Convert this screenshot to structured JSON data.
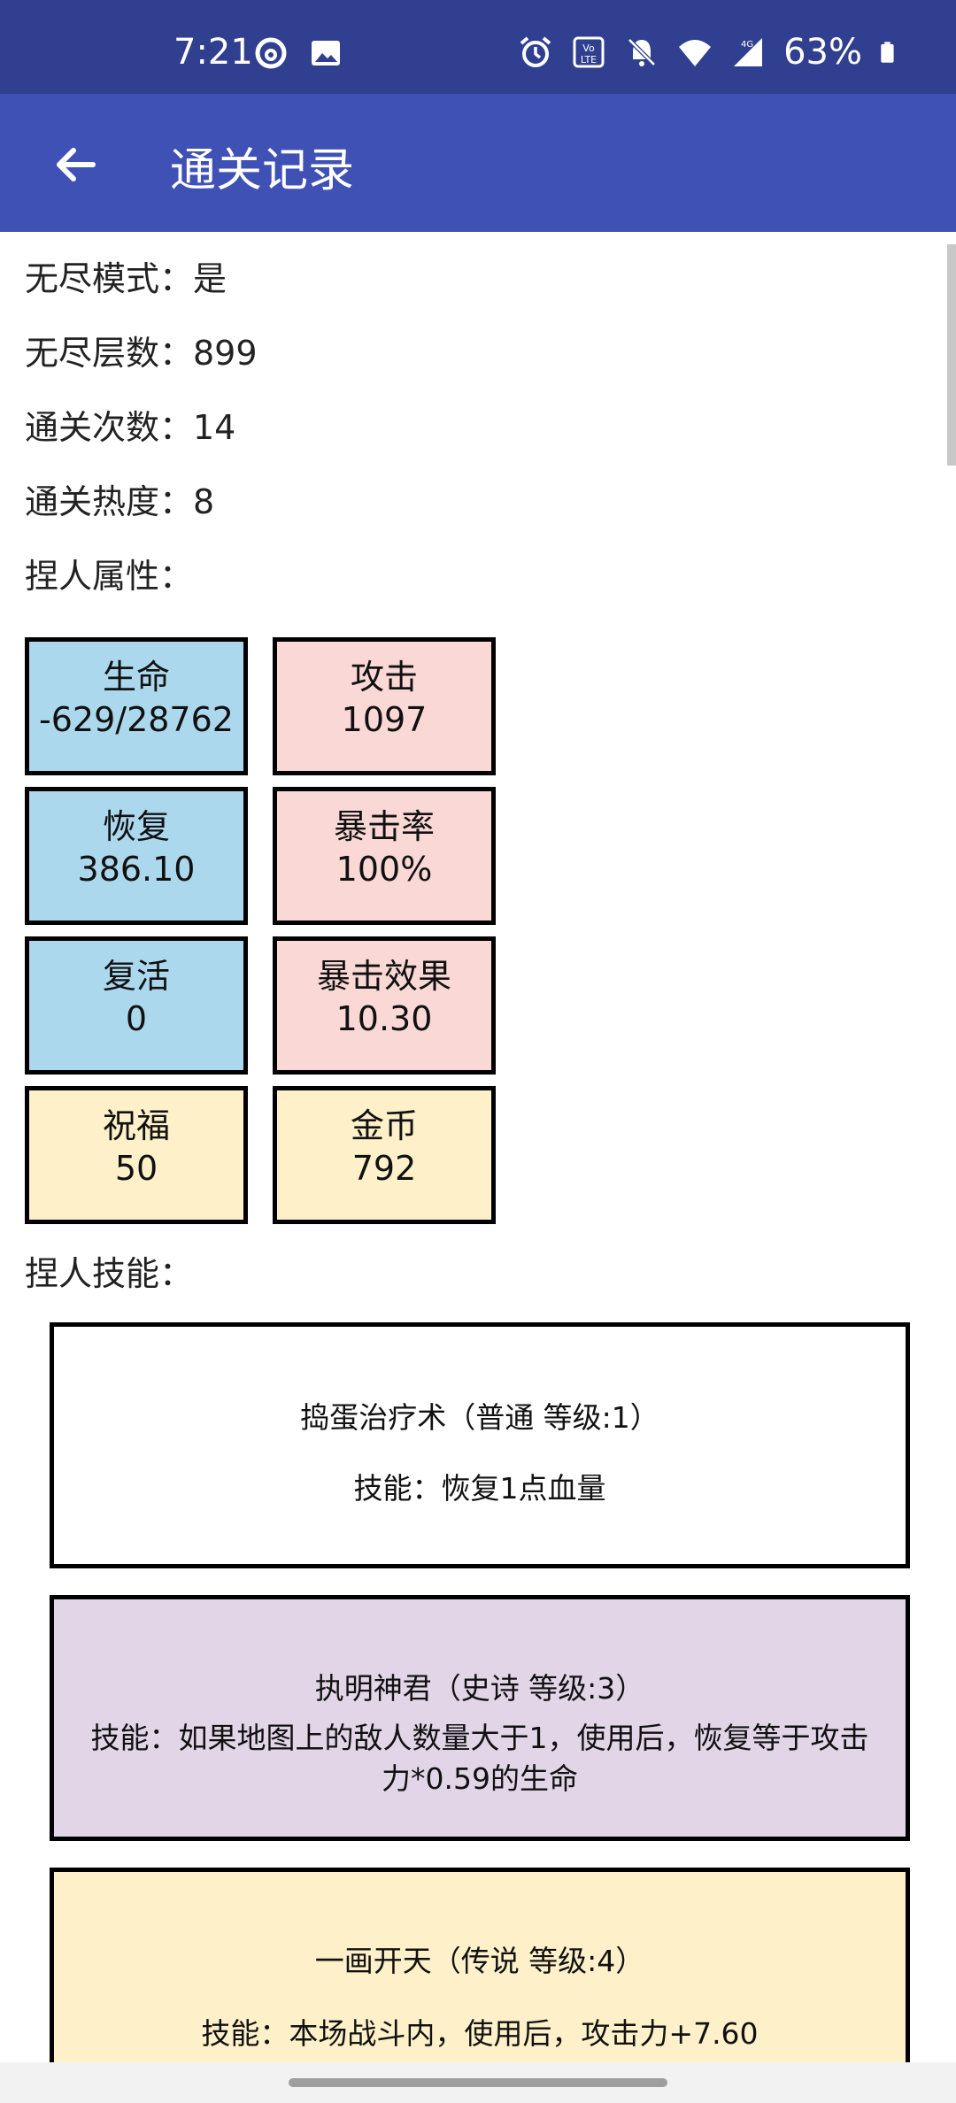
{
  "status_bar": {
    "time": "7:21",
    "battery": "63%",
    "icons": [
      "netease-music-icon",
      "image-icon",
      "alarm-icon",
      "volte-icon",
      "mute-icon",
      "wifi-icon",
      "signal-4g-icon",
      "battery-icon"
    ]
  },
  "app_bar": {
    "title": "通关记录",
    "back_icon": "arrow-left-icon"
  },
  "info": {
    "endless_mode": "无尽模式：是",
    "endless_floors": "无尽层数：899",
    "clear_count": "通关次数：14",
    "clear_heat": "通关热度：8",
    "attributes_label": "捏人属性：",
    "skills_label": "捏人技能："
  },
  "stats": [
    {
      "label": "生命",
      "value": "-629/28762",
      "color": "#acd8ee"
    },
    {
      "label": "攻击",
      "value": "1097",
      "color": "#f9d8d6"
    },
    {
      "label": "恢复",
      "value": "386.10",
      "color": "#acd8ee"
    },
    {
      "label": "暴击率",
      "value": "100%",
      "color": "#f9d8d6"
    },
    {
      "label": "复活",
      "value": "0",
      "color": "#acd8ee"
    },
    {
      "label": "暴击效果",
      "value": "10.30",
      "color": "#f9d8d6"
    },
    {
      "label": "祝福",
      "value": "50",
      "color": "#fef1c9"
    },
    {
      "label": "金币",
      "value": "792",
      "color": "#fef1c9"
    }
  ],
  "skills": [
    {
      "title": "捣蛋治疗术（普通 等级:1）",
      "desc": "技能：恢复1点血量",
      "color": "#ffffff"
    },
    {
      "title": "执明神君（史诗 等级:3）",
      "desc": "技能：如果地图上的敌人数量大于1，使用后，恢复等于攻击力*0.59的生命",
      "color": "#e2d5e8"
    },
    {
      "title": "一画开天（传说 等级:4）",
      "desc": "技能：本场战斗内，使用后，攻击力+7.60",
      "color": "#fef1c9"
    }
  ]
}
